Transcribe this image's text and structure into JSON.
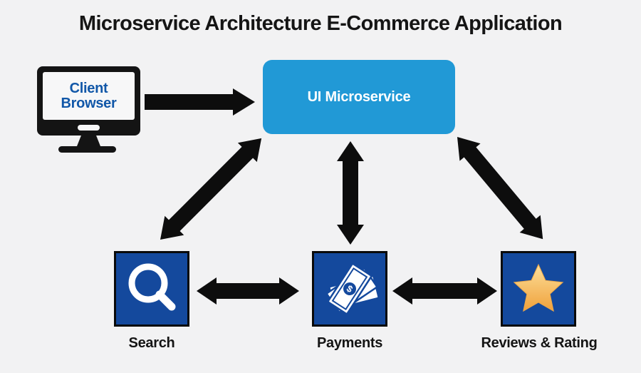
{
  "title": "Microservice Architecture E-Commerce Application",
  "client": {
    "label_line1": "Client",
    "label_line2": "Browser"
  },
  "ui_service": {
    "label": "UI Microservice"
  },
  "services": [
    {
      "label": "Search",
      "icon": "magnifier-icon"
    },
    {
      "label": "Payments",
      "icon": "money-banknotes-icon",
      "icon_symbol": "$"
    },
    {
      "label": "Reviews & Rating",
      "icon": "star-icon"
    }
  ],
  "connections": [
    {
      "from": "Client Browser",
      "to": "UI Microservice",
      "type": "one-way"
    },
    {
      "from": "UI Microservice",
      "to": "Search",
      "type": "two-way"
    },
    {
      "from": "UI Microservice",
      "to": "Payments",
      "type": "two-way"
    },
    {
      "from": "UI Microservice",
      "to": "Reviews & Rating",
      "type": "two-way"
    },
    {
      "from": "Search",
      "to": "Payments",
      "type": "two-way"
    },
    {
      "from": "Payments",
      "to": "Reviews & Rating",
      "type": "two-way"
    }
  ],
  "colors": {
    "background": "#f2f2f3",
    "title_text": "#151515",
    "arrow": "#0d0d0d",
    "ui_box_fill": "#2199d6",
    "ui_box_text": "#ffffff",
    "service_box_fill": "#14499d",
    "service_box_border": "#0a0a0a",
    "client_text": "#1157a8",
    "star_gradient_top": "#fcdf9a",
    "star_gradient_bottom": "#f0a13b"
  }
}
